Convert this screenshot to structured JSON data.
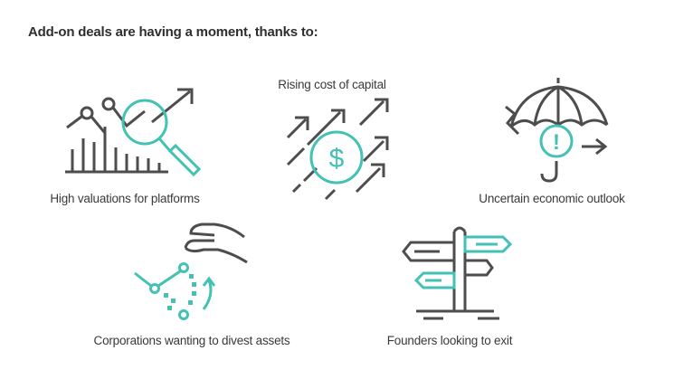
{
  "heading": "Add-on deals are having a moment, thanks to:",
  "items": [
    {
      "caption": "High valuations for platforms",
      "icon": "magnifier-chart-icon"
    },
    {
      "caption": "Rising cost of capital",
      "icon": "dollar-arrows-icon"
    },
    {
      "caption": "Uncertain economic outlook",
      "icon": "umbrella-alert-icon"
    },
    {
      "caption": "Corporations wanting to divest assets",
      "icon": "hand-release-icon"
    },
    {
      "caption": "Founders looking to exit",
      "icon": "signpost-icon"
    }
  ],
  "icon_symbols": {
    "dollar": "$",
    "alert": "!"
  },
  "colors": {
    "accent": "#43c1b5",
    "line": "#4d4d4d",
    "text": "#333333"
  }
}
